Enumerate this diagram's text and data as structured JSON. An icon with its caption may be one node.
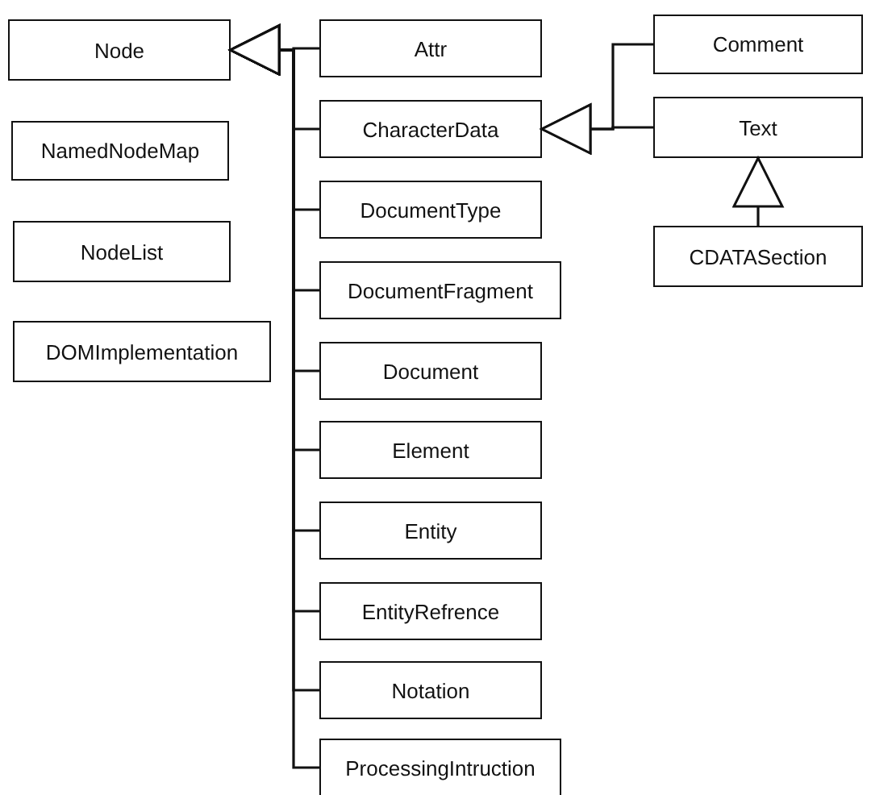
{
  "diagram": {
    "nodes": [
      {
        "text": [
          "Node"
        ]
      },
      {
        "text": [
          "NamedNodeMap"
        ]
      },
      {
        "text": [
          "NodeList"
        ]
      },
      {
        "text": [
          "DOMImplementation"
        ]
      },
      {
        "text": [
          "Attr"
        ]
      },
      {
        "text": [
          "CharacterData"
        ]
      },
      {
        "text": [
          "DocumentType"
        ]
      },
      {
        "text": [
          "DocumentFragment"
        ]
      },
      {
        "text": [
          "Document"
        ]
      },
      {
        "text": [
          "Element"
        ]
      },
      {
        "text": [
          "Entity"
        ]
      },
      {
        "text": [
          "EntityRefrence"
        ]
      },
      {
        "text": [
          "Notation"
        ]
      },
      {
        "text": [
          "ProcessingIntruction"
        ]
      },
      {
        "text": [
          "Comment"
        ]
      },
      {
        "text": [
          "Text"
        ]
      },
      {
        "text": [
          "CDATASection"
        ]
      }
    ],
    "edges": [
      {
        "from": 4,
        "to": 0,
        "arrow": "to"
      },
      {
        "from": 5,
        "to": 0,
        "arrow": "to"
      },
      {
        "from": 6,
        "to": 0,
        "arrow": "to"
      },
      {
        "from": 7,
        "to": 0,
        "arrow": "to"
      },
      {
        "from": 8,
        "to": 0,
        "arrow": "to"
      },
      {
        "from": 9,
        "to": 0,
        "arrow": "to"
      },
      {
        "from": 10,
        "to": 0,
        "arrow": "to"
      },
      {
        "from": 11,
        "to": 0,
        "arrow": "to"
      },
      {
        "from": 12,
        "to": 0,
        "arrow": "to"
      },
      {
        "from": 13,
        "to": 0,
        "arrow": "to"
      },
      {
        "from": 14,
        "to": 5,
        "arrow": "to"
      },
      {
        "from": 15,
        "to": 5,
        "arrow": "to"
      },
      {
        "from": 16,
        "to": 15,
        "arrow": "to"
      }
    ]
  }
}
